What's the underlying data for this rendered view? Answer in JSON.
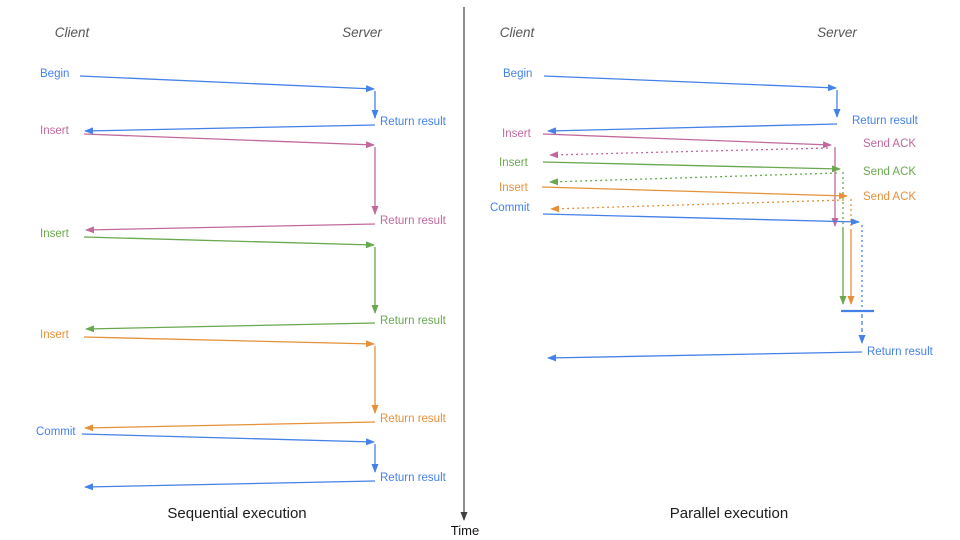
{
  "palette": {
    "blue": "#4481e8",
    "pink": "#c1699d",
    "green": "#69a84f",
    "orange": "#e6913a",
    "axis_gray": "#404040",
    "header_gray": "#575757"
  },
  "time_axis": {
    "label": "Time"
  },
  "sequential": {
    "caption": "Sequential execution",
    "client_header": "Client",
    "server_header": "Server",
    "steps": [
      {
        "request": "Begin",
        "response": "Return result",
        "color": "#4481e8"
      },
      {
        "request": "Insert",
        "response": "Return result",
        "color": "#c1699d"
      },
      {
        "request": "Insert",
        "response": "Return result",
        "color": "#69a84f"
      },
      {
        "request": "Insert",
        "response": "Return result",
        "color": "#e6913a"
      },
      {
        "request": "Commit",
        "response": "Return result",
        "color": "#4481e8"
      }
    ]
  },
  "parallel": {
    "caption": "Parallel execution",
    "client_header": "Client",
    "server_header": "Server",
    "steps": [
      {
        "request": "Begin",
        "response": "Return result",
        "color": "#4481e8"
      },
      {
        "request": "Insert",
        "response": "Send ACK",
        "color": "#c1699d"
      },
      {
        "request": "Insert",
        "response": "Send ACK",
        "color": "#69a84f"
      },
      {
        "request": "Insert",
        "response": "Send ACK",
        "color": "#e6913a"
      },
      {
        "request": "Commit",
        "response": "Return result",
        "color": "#4481e8"
      }
    ]
  }
}
